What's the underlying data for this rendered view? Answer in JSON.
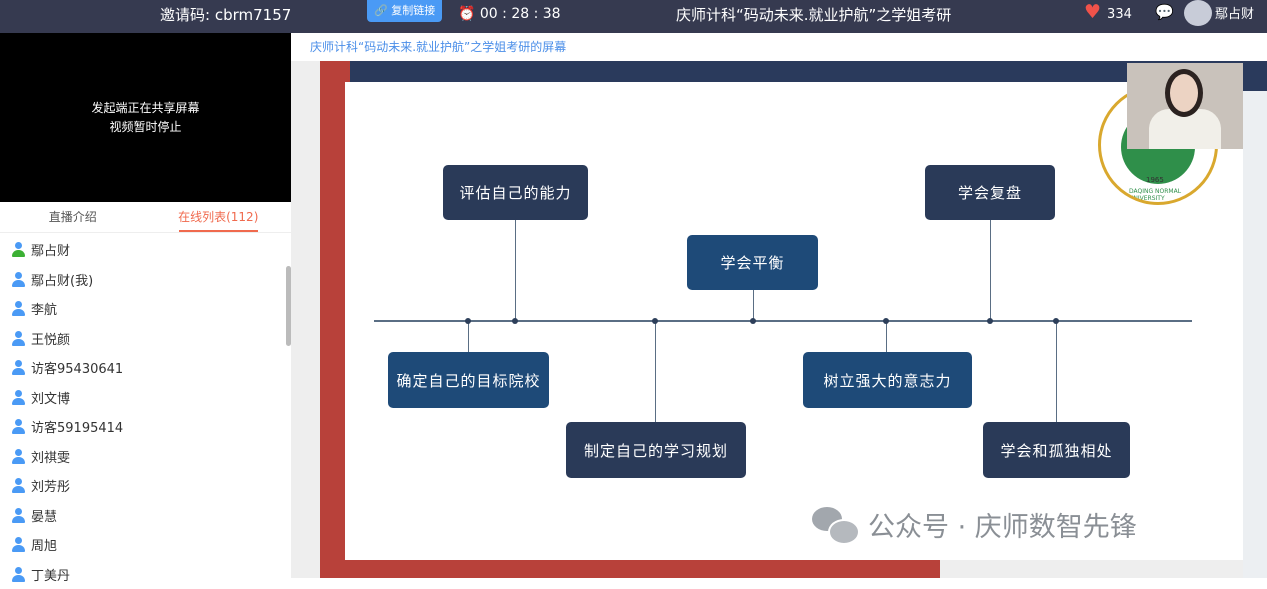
{
  "topbar": {
    "invite": "邀请码:  cbrm7157",
    "copy_link": "复制链接",
    "timer": "00 : 28 : 38",
    "title": "庆师计科“码动未来.就业护航”之学姐考研",
    "likes": "334",
    "user": "鄢占财"
  },
  "video": {
    "line1": "发起端正在共享屏幕",
    "line2": "视频暂时停止"
  },
  "tabs": [
    "直播介绍",
    "在线列表(112)"
  ],
  "users": [
    "鄢占财",
    "鄢占财(我)",
    "李航",
    "王悦颜",
    "访客95430641",
    "刘文博",
    "访客59195414",
    "刘祺雯",
    "刘芳彤",
    "晏慧",
    "周旭",
    "丁美丹"
  ],
  "share_title": "庆师计科“码动未来.就业护航”之学姐考研的屏幕",
  "diagram": {
    "top": [
      "评估自己的能力",
      "学会平衡",
      "学会复盘"
    ],
    "bottom": [
      "确定自己的目标院校",
      "制定自己的学习规划",
      "树立强大的意志力",
      "学会和孤独相处"
    ]
  },
  "logo": {
    "year": "1965",
    "name": "DAQING NORMAL UNIVERSITY"
  },
  "watermark": "公众号 · 庆师数智先锋"
}
